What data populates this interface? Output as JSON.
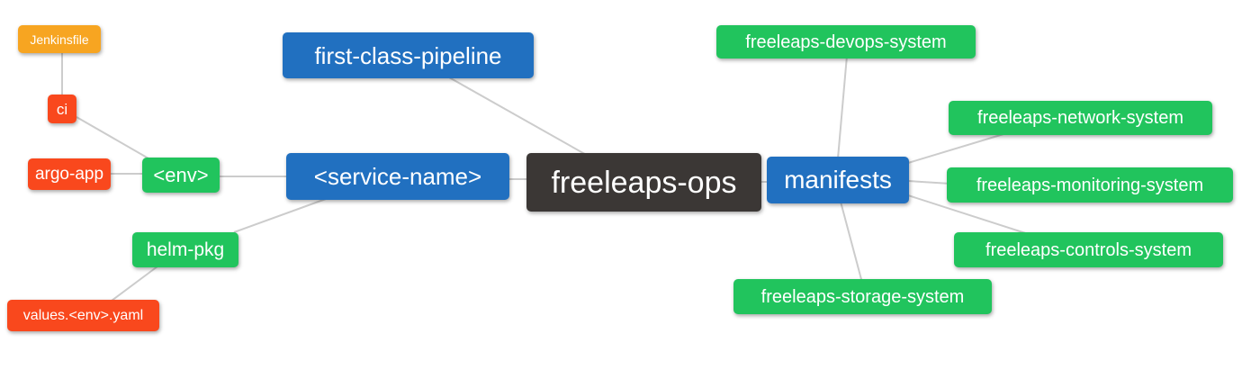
{
  "diagram": {
    "type": "mindmap",
    "root_label": "freeleaps-ops",
    "palette": {
      "root": "#3b3735",
      "branch_blue": "#2170c0",
      "leaf_green": "#21c45d",
      "leaf_red": "#f9481d",
      "leaf_amber": "#f7a521",
      "edge": "#cccccc",
      "text": "#ffffff",
      "background": "#ffffff"
    },
    "nodes": [
      {
        "id": "jenkinsfile",
        "label": "Jenkinsfile",
        "color_role": "amber"
      },
      {
        "id": "ci",
        "label": "ci",
        "color_role": "red"
      },
      {
        "id": "argo-app",
        "label": "argo-app",
        "color_role": "red"
      },
      {
        "id": "env",
        "label": "<env>",
        "color_role": "green"
      },
      {
        "id": "first-class-pipeline",
        "label": "first-class-pipeline",
        "color_role": "blue"
      },
      {
        "id": "service-name",
        "label": "<service-name>",
        "color_role": "blue"
      },
      {
        "id": "freeleaps-ops",
        "label": "freeleaps-ops",
        "color_role": "dark"
      },
      {
        "id": "manifests",
        "label": "manifests",
        "color_role": "blue"
      },
      {
        "id": "freeleaps-devops-system",
        "label": "freeleaps-devops-system",
        "color_role": "green"
      },
      {
        "id": "freeleaps-network-system",
        "label": "freeleaps-network-system",
        "color_role": "green"
      },
      {
        "id": "freeleaps-monitoring-system",
        "label": "freeleaps-monitoring-system",
        "color_role": "green"
      },
      {
        "id": "freeleaps-controls-system",
        "label": "freeleaps-controls-system",
        "color_role": "green"
      },
      {
        "id": "freeleaps-storage-system",
        "label": "freeleaps-storage-system",
        "color_role": "green"
      },
      {
        "id": "helm-pkg",
        "label": "helm-pkg",
        "color_role": "green"
      },
      {
        "id": "values-env-yaml",
        "label": "values.<env>.yaml",
        "color_role": "red"
      }
    ],
    "edges": [
      {
        "from": "jenkinsfile",
        "to": "ci"
      },
      {
        "from": "ci",
        "to": "env"
      },
      {
        "from": "argo-app",
        "to": "env"
      },
      {
        "from": "env",
        "to": "service-name"
      },
      {
        "from": "first-class-pipeline",
        "to": "freeleaps-ops"
      },
      {
        "from": "service-name",
        "to": "freeleaps-ops"
      },
      {
        "from": "service-name",
        "to": "helm-pkg"
      },
      {
        "from": "helm-pkg",
        "to": "values-env-yaml"
      },
      {
        "from": "freeleaps-ops",
        "to": "manifests"
      },
      {
        "from": "manifests",
        "to": "freeleaps-devops-system"
      },
      {
        "from": "manifests",
        "to": "freeleaps-network-system"
      },
      {
        "from": "manifests",
        "to": "freeleaps-monitoring-system"
      },
      {
        "from": "manifests",
        "to": "freeleaps-controls-system"
      },
      {
        "from": "manifests",
        "to": "freeleaps-storage-system"
      }
    ]
  }
}
